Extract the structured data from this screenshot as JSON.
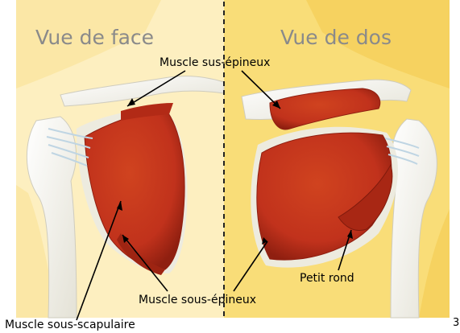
{
  "views": {
    "front_title": "Vue de face",
    "back_title": "Vue de dos"
  },
  "labels": {
    "supraspinatus": "Muscle sus-épineux",
    "infraspinatus": "Muscle sous-épineux",
    "subscapularis": "Muscle sous-scapulaire",
    "teres_minor": "Petit rond"
  },
  "page_number": "3",
  "colors": {
    "background_front": "#FBE7A6",
    "background_back": "#F6D260",
    "muscle": "#C1321C",
    "muscle_dark": "#9E2412",
    "bone": "#F2F1E8",
    "divider": "#222222"
  }
}
